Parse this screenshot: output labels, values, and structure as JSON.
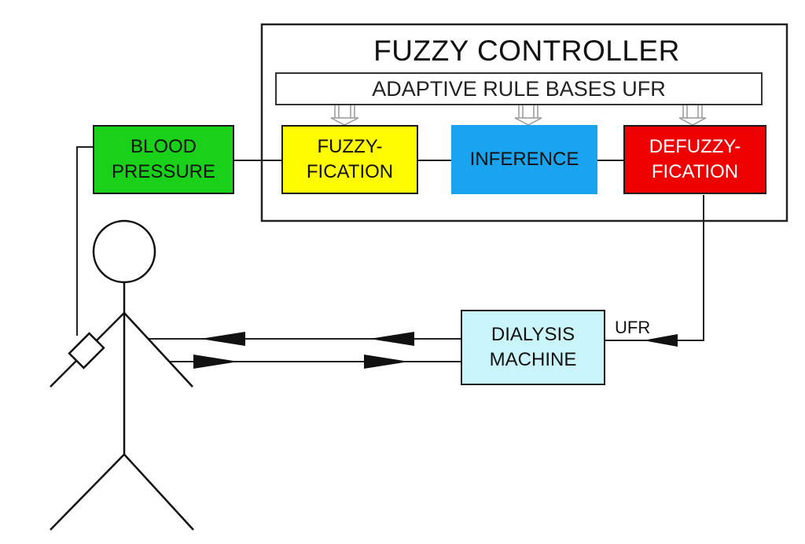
{
  "controller": {
    "title": "FUZZY CONTROLLER",
    "rule_base_label": "ADAPTIVE RULE BASES UFR"
  },
  "blocks": {
    "blood_pressure": {
      "label": "BLOOD\nPRESSURE",
      "color": "#19d119",
      "text_color": "#111111"
    },
    "fuzzyfication": {
      "label": "FUZZY-\nFICATION",
      "color": "#fffb00",
      "text_color": "#111111"
    },
    "inference": {
      "label": "INFERENCE",
      "color": "#1aa3ee",
      "text_color": "#111111"
    },
    "defuzzyfication": {
      "label": "DEFUZZY-\nFICATION",
      "color": "#ee0000",
      "text_color": "#ffffff"
    },
    "dialysis_machine": {
      "label": "DIALYSIS\nMACHINE",
      "color": "#c9f5fa",
      "text_color": "#111111"
    }
  },
  "signal_label": "UFR"
}
